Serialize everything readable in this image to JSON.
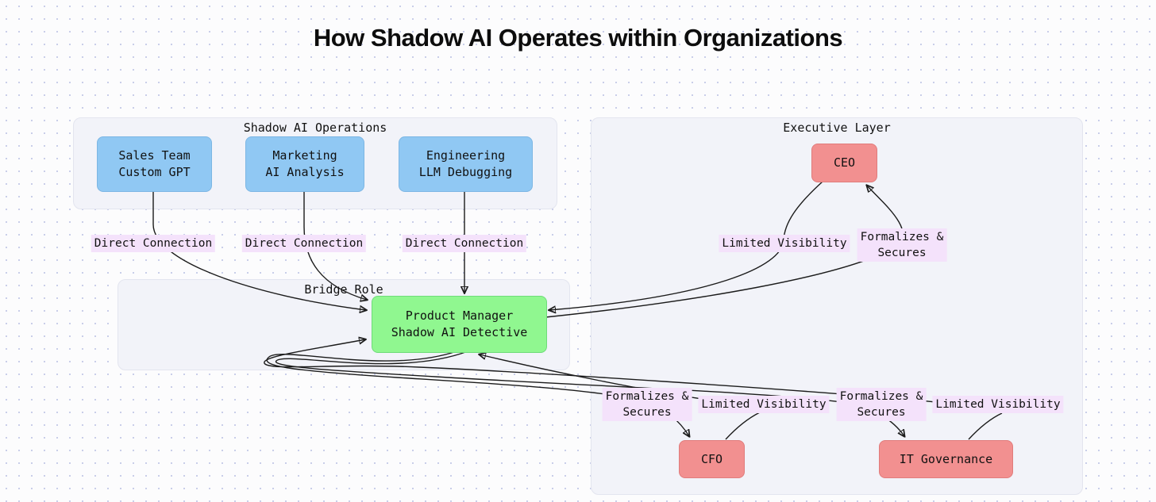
{
  "title": "How Shadow AI Operates within Organizations",
  "containers": {
    "shadow_ops": {
      "label": "Shadow AI Operations"
    },
    "bridge": {
      "label": "Bridge Role"
    },
    "executive": {
      "label": "Executive Layer"
    }
  },
  "nodes": {
    "sales": {
      "text": "Sales Team\nCustom GPT"
    },
    "marketing": {
      "text": "Marketing\nAI Analysis"
    },
    "engineering": {
      "text": "Engineering\nLLM Debugging"
    },
    "product_manager": {
      "text": "Product Manager\nShadow AI Detective"
    },
    "ceo": {
      "text": "CEO"
    },
    "cfo": {
      "text": "CFO"
    },
    "it_governance": {
      "text": "IT Governance"
    }
  },
  "edge_labels": {
    "sales_to_pm": "Direct Connection",
    "marketing_to_pm": "Direct Connection",
    "engineering_to_pm": "Direct Connection",
    "ceo_to_pm": "Limited Visibility",
    "pm_to_ceo": "Formalizes &\nSecures",
    "pm_to_cfo": "Formalizes &\nSecures",
    "cfo_to_pm": "Limited Visibility",
    "pm_to_it_governance": "Formalizes &\nSecures",
    "it_governance_to_pm": "Limited Visibility"
  },
  "colors": {
    "background": "#fcfcfd",
    "dot_grid": "#c9cee9",
    "container_fill": "#f2f3f9",
    "source_node_fill": "#90c8f3",
    "bridge_node_fill": "#90f790",
    "executive_node_fill": "#f29090",
    "edge_label_bg": "#f4e2fb",
    "edge_stroke": "#1b1b1b"
  }
}
